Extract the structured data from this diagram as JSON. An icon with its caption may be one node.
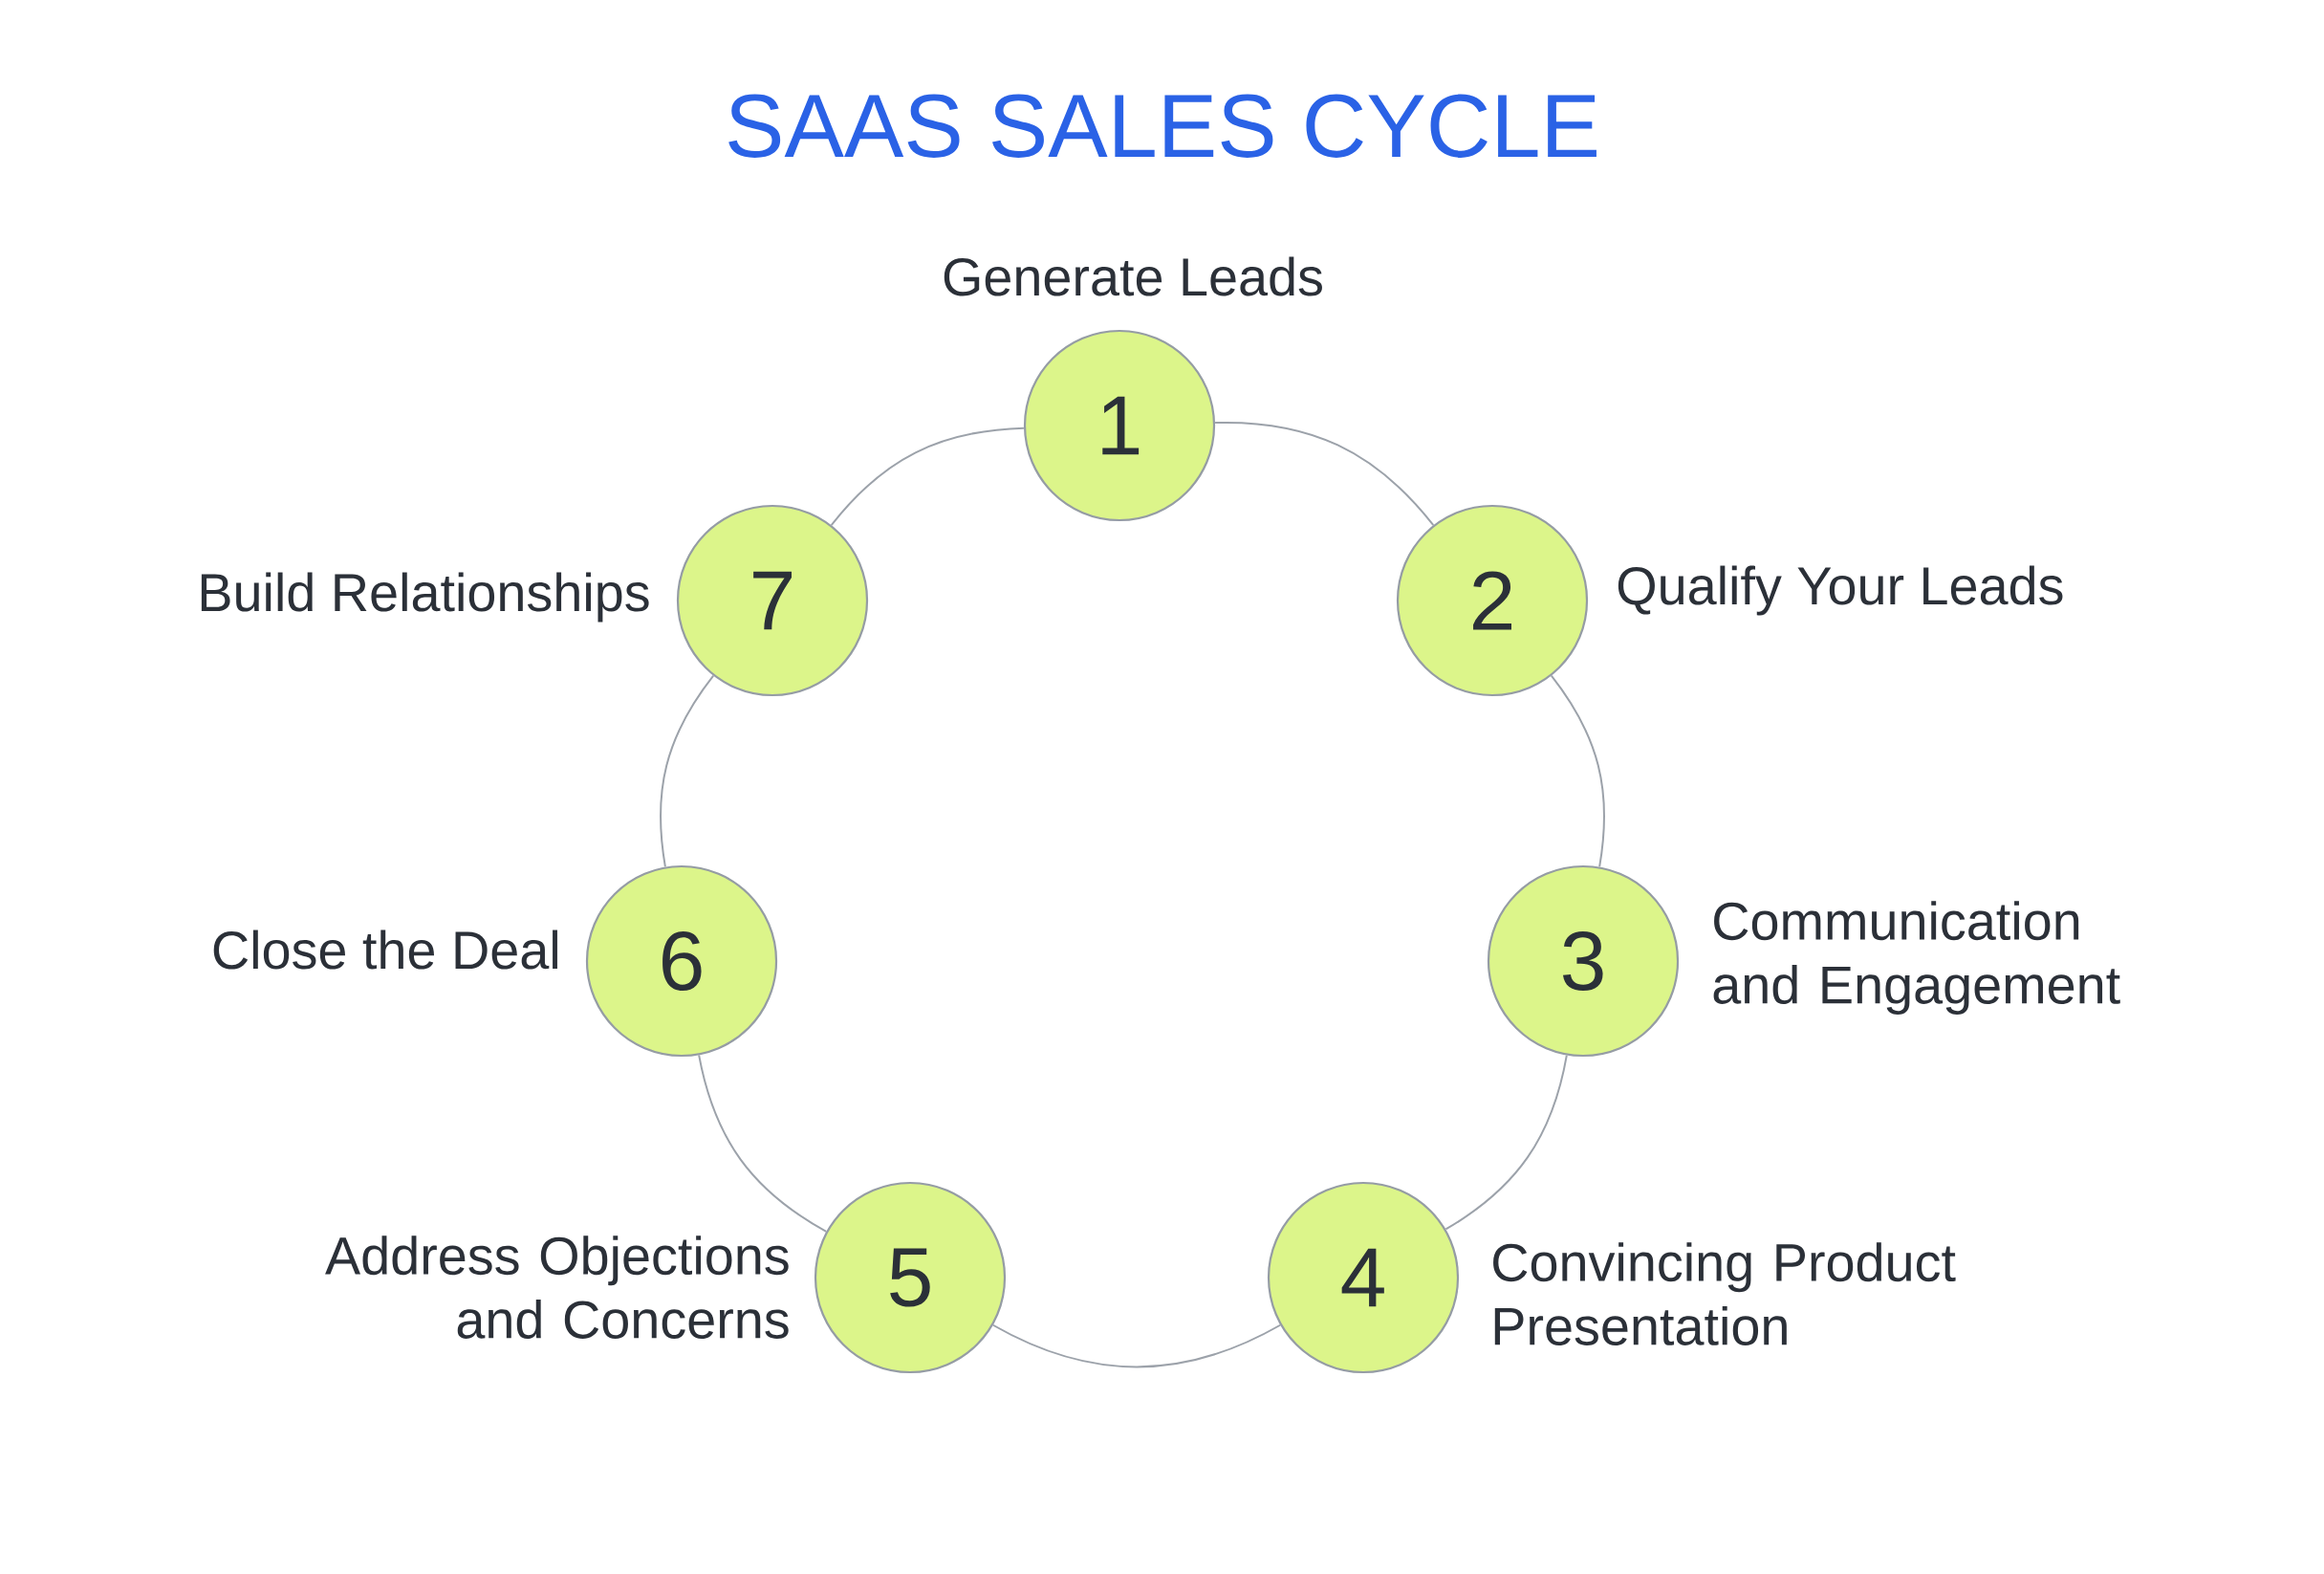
{
  "diagram": {
    "title": "SAAS SALES CYCLE",
    "nodes": [
      {
        "text": [
          "1"
        ],
        "beside": [
          "Generate Leads"
        ]
      },
      {
        "text": [
          "2"
        ],
        "beside": [
          "Qualify Your Leads"
        ]
      },
      {
        "text": [
          "3"
        ],
        "beside": [
          "Communication and Engagement"
        ]
      },
      {
        "text": [
          "4"
        ],
        "beside": [
          "Convincing Product Presentation"
        ]
      },
      {
        "text": [
          "5"
        ],
        "beside": [
          "Address Objections and Concerns"
        ]
      },
      {
        "text": [
          "6"
        ],
        "beside": [
          "Close the Deal"
        ]
      },
      {
        "text": [
          "7"
        ],
        "beside": [
          "Build Relationships"
        ]
      }
    ],
    "edges": [
      {
        "from": 0,
        "to": 1,
        "arrow": "none"
      },
      {
        "from": 1,
        "to": 2,
        "arrow": "none"
      },
      {
        "from": 2,
        "to": 3,
        "arrow": "none"
      },
      {
        "from": 3,
        "to": 4,
        "arrow": "none"
      },
      {
        "from": 4,
        "to": 5,
        "arrow": "none"
      },
      {
        "from": 5,
        "to": 6,
        "arrow": "none"
      },
      {
        "from": 6,
        "to": 0,
        "arrow": "none"
      }
    ]
  }
}
